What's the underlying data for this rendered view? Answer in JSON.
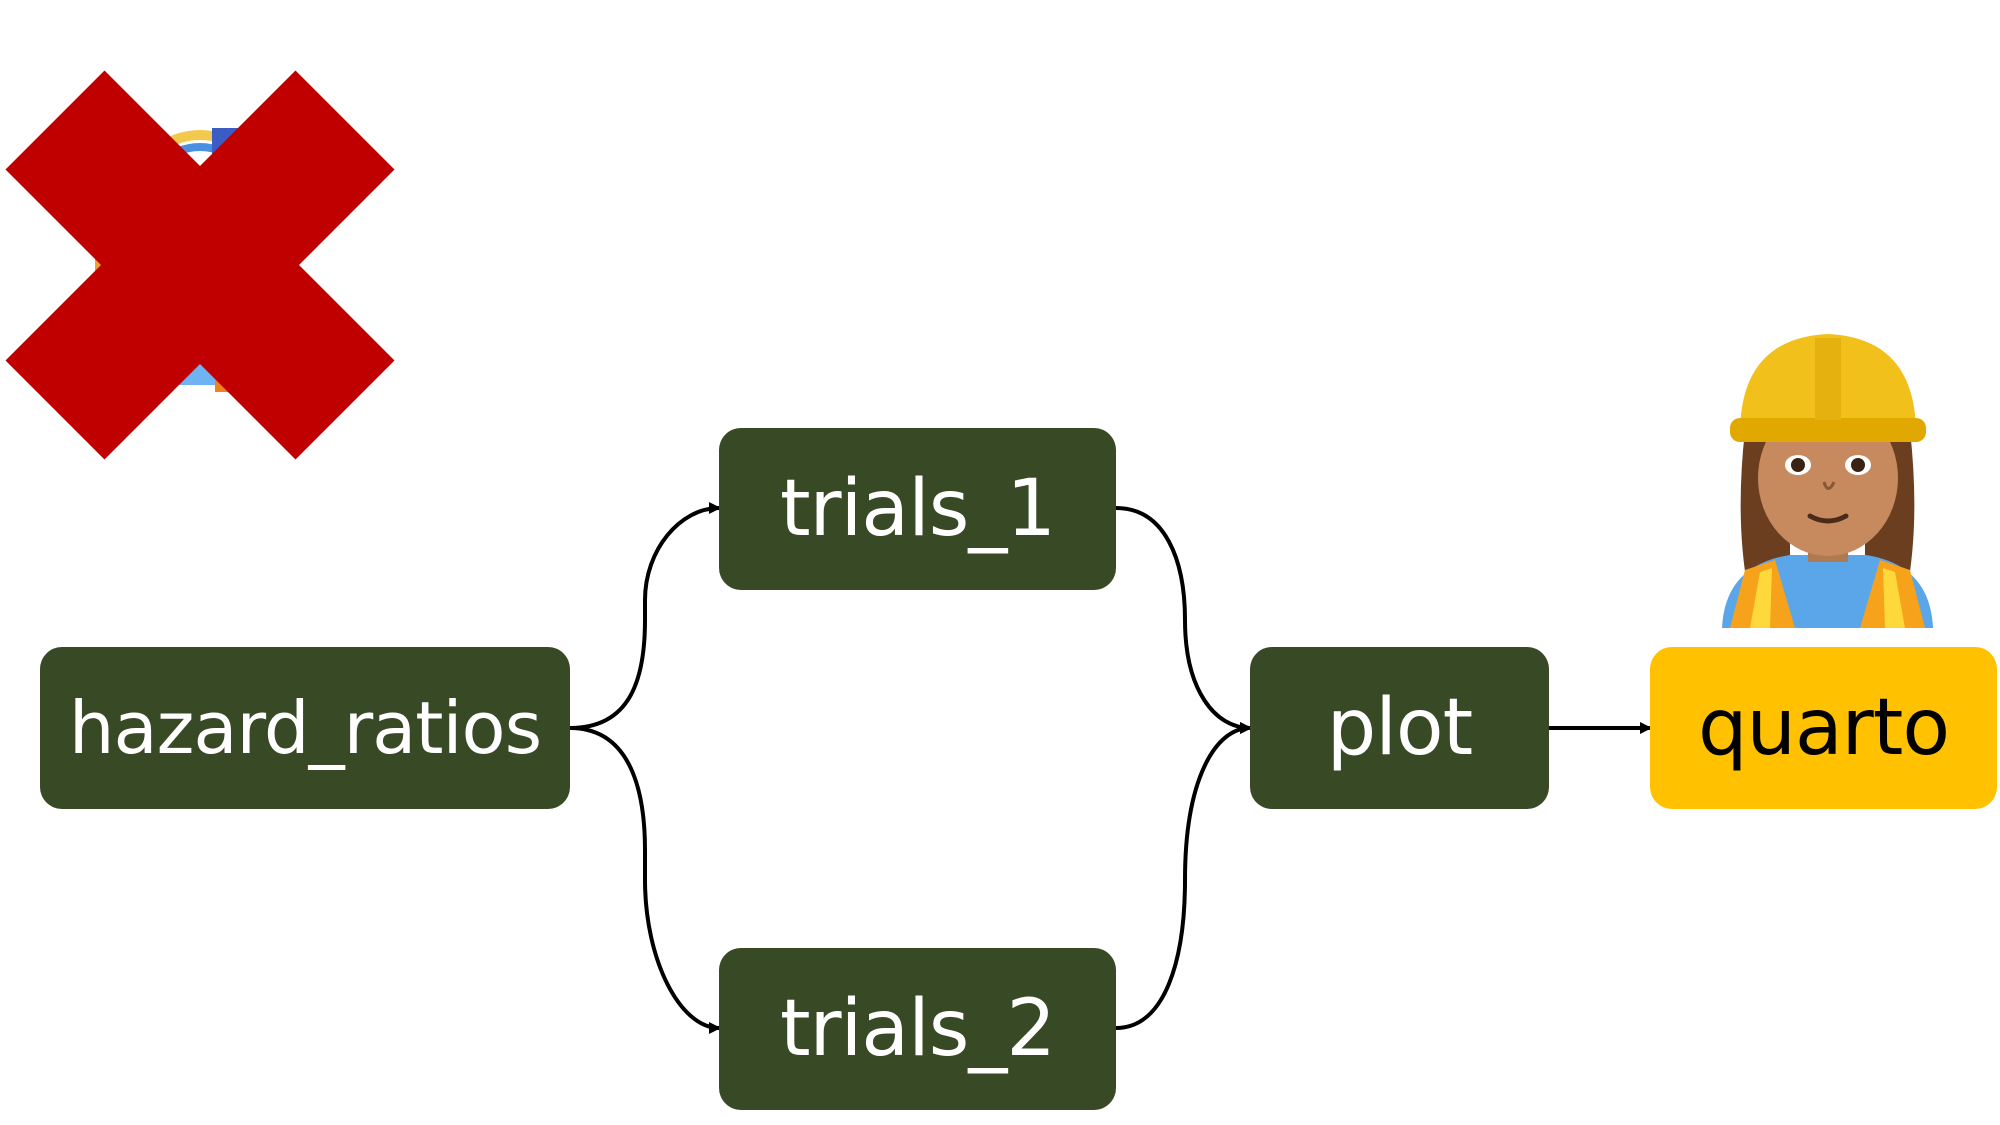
{
  "nodes": {
    "hazard_ratios": "hazard_ratios",
    "trials_1": "trials_1",
    "trials_2": "trials_2",
    "plot": "plot",
    "quarto": "quarto"
  },
  "icons": {
    "crossed_out": "red-x-icon",
    "builder": "construction-worker-icon"
  },
  "colors": {
    "target_node": "#384925",
    "quarto_node": "#ffc100",
    "cross": "#c00000",
    "edge": "#000000"
  }
}
